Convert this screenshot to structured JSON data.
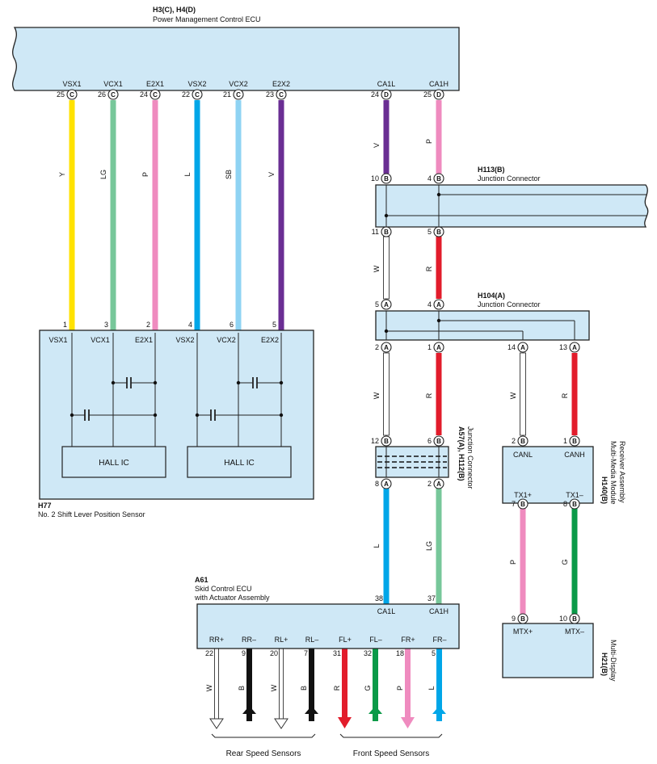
{
  "ecu_power": {
    "id": "H3(C), H4(D)",
    "name": "Power Management Control ECU",
    "pins": [
      {
        "num": "25",
        "letter": "C",
        "label": "VSX1",
        "color": "Y"
      },
      {
        "num": "26",
        "letter": "C",
        "label": "VCX1",
        "color": "LG"
      },
      {
        "num": "24",
        "letter": "C",
        "label": "E2X1",
        "color": "P"
      },
      {
        "num": "22",
        "letter": "C",
        "label": "VSX2",
        "color": "L"
      },
      {
        "num": "21",
        "letter": "C",
        "label": "VCX2",
        "color": "SB"
      },
      {
        "num": "23",
        "letter": "C",
        "label": "E2X2",
        "color": "V"
      },
      {
        "num": "24",
        "letter": "D",
        "label": "CA1L",
        "color": "V"
      },
      {
        "num": "25",
        "letter": "D",
        "label": "CA1H",
        "color": "P"
      }
    ]
  },
  "sensor_h77": {
    "id": "H77",
    "name": "No. 2 Shift Lever Position Sensor",
    "pins": [
      {
        "num": "1",
        "label": "VSX1"
      },
      {
        "num": "3",
        "label": "VCX1"
      },
      {
        "num": "2",
        "label": "E2X1"
      },
      {
        "num": "4",
        "label": "VSX2"
      },
      {
        "num": "6",
        "label": "VCX2"
      },
      {
        "num": "5",
        "label": "E2X2"
      }
    ],
    "hall1": "HALL IC",
    "hall2": "HALL IC"
  },
  "jc_h113": {
    "id": "H113(B)",
    "name": "Junction Connector",
    "top_pins": [
      {
        "num": "10",
        "letter": "B"
      },
      {
        "num": "4",
        "letter": "B"
      }
    ],
    "bottom_pins": [
      {
        "num": "11",
        "letter": "B"
      },
      {
        "num": "5",
        "letter": "B"
      }
    ],
    "wire_colors": [
      "W",
      "R"
    ]
  },
  "jc_h104": {
    "id": "H104(A)",
    "name": "Junction Connector",
    "top_pins": [
      {
        "num": "5",
        "letter": "A"
      },
      {
        "num": "4",
        "letter": "A"
      }
    ],
    "bottom_pins": [
      {
        "num": "2",
        "letter": "A"
      },
      {
        "num": "1",
        "letter": "A"
      },
      {
        "num": "14",
        "letter": "A"
      },
      {
        "num": "13",
        "letter": "A"
      }
    ],
    "wire_colors": [
      "W",
      "R",
      "W",
      "R"
    ]
  },
  "jc_a57": {
    "id": "A57(A), H112(B)",
    "name": "Junction Connector",
    "top_pins": [
      {
        "num": "12",
        "letter": "B"
      },
      {
        "num": "6",
        "letter": "B"
      }
    ],
    "bottom_pins": [
      {
        "num": "8",
        "letter": "A"
      },
      {
        "num": "2",
        "letter": "A"
      }
    ],
    "wire_colors": [
      "L",
      "LG"
    ]
  },
  "receiver_h140": {
    "id": "H140(B)",
    "name_line1": "Multi-Media Module",
    "name_line2": "Receiver Assembly",
    "top_pins": [
      {
        "num": "2",
        "letter": "B",
        "label": "CANL"
      },
      {
        "num": "1",
        "letter": "B",
        "label": "CANH"
      }
    ],
    "bottom_pins": [
      {
        "num": "7",
        "letter": "B",
        "label": "TX1+"
      },
      {
        "num": "8",
        "letter": "B",
        "label": "TX1–"
      }
    ],
    "wire_colors": [
      "P",
      "G"
    ]
  },
  "display_h21": {
    "id": "H21(B)",
    "name": "Multi-Display",
    "pins": [
      {
        "num": "9",
        "letter": "B",
        "label": "MTX+"
      },
      {
        "num": "10",
        "letter": "B",
        "label": "MTX–"
      }
    ]
  },
  "ecu_skid": {
    "id": "A61",
    "name_line1": "Skid Control ECU",
    "name_line2": "with Actuator Assembly",
    "top_pins": [
      {
        "num": "38",
        "label": "CA1L"
      },
      {
        "num": "37",
        "label": "CA1H"
      }
    ],
    "bottom_pins": [
      {
        "num": "22",
        "label": "RR+",
        "color": "W"
      },
      {
        "num": "9",
        "label": "RR–",
        "color": "B"
      },
      {
        "num": "20",
        "label": "RL+",
        "color": "W"
      },
      {
        "num": "7",
        "label": "RL–",
        "color": "B"
      },
      {
        "num": "31",
        "label": "FL+",
        "color": "R"
      },
      {
        "num": "32",
        "label": "FL–",
        "color": "G"
      },
      {
        "num": "18",
        "label": "FR+",
        "color": "P"
      },
      {
        "num": "5",
        "label": "FR–",
        "color": "L"
      }
    ]
  },
  "groups": {
    "rear": "Rear Speed Sensors",
    "front": "Front Speed Sensors"
  },
  "colors": {
    "Y": "#ffe200",
    "LG": "#77c79a",
    "P": "#ef8bbf",
    "L": "#00a6e8",
    "SB": "#8fd3f3",
    "V": "#6a2e93",
    "R": "#e21c2b",
    "W": "#ffffff",
    "G": "#0a9a48",
    "B": "#111111",
    "box": "#cfe8f6"
  }
}
